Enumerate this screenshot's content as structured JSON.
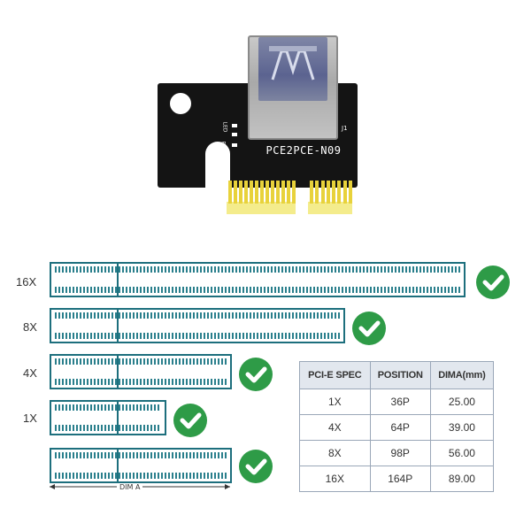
{
  "board": {
    "model_text": "PCE2PCE-N09",
    "connector_label": "J1",
    "led_label": "LED",
    "resistor_label": "R1"
  },
  "slots": [
    {
      "label": "16X"
    },
    {
      "label": "8X"
    },
    {
      "label": "4X"
    },
    {
      "label": "1X"
    },
    {
      "label": ""
    }
  ],
  "dimension_label": "DIM A",
  "spec_table": {
    "headers": [
      "PCI-E SPEC",
      "POSITION",
      "DIMA(mm)"
    ],
    "rows": [
      [
        "1X",
        "36P",
        "25.00"
      ],
      [
        "4X",
        "64P",
        "39.00"
      ],
      [
        "8X",
        "98P",
        "56.00"
      ],
      [
        "16X",
        "164P",
        "89.00"
      ]
    ]
  },
  "colors": {
    "slot_outline": "#1d6f7d",
    "check_green": "#2e9b47",
    "board_black": "#141414",
    "gold_contacts": "#e8d23b"
  },
  "icons": [
    "usb-port-icon",
    "check-icon"
  ]
}
